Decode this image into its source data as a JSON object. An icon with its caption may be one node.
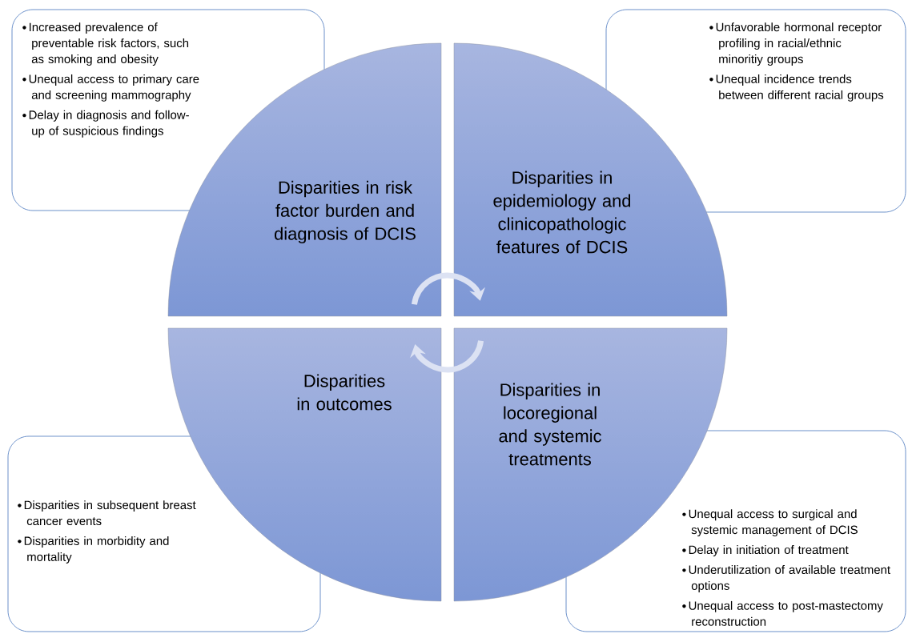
{
  "diagram": {
    "nodes": [
      {
        "text": [
          "Increased prevalence of preventable risk factors, such as smoking and obesity",
          "Unequal access to primary care and screening mammography",
          "Delay in diagnosis and follow-up of suspicious findings"
        ]
      },
      {
        "text": [
          "Unfavorable hormonal receptor profiling in racial/ethnic minoritiy groups",
          "Unequal incidence trends between different racial groups"
        ]
      },
      {
        "text": [
          "Disparities in risk factor burden and diagnosis of DCIS"
        ]
      },
      {
        "text": [
          "Disparities in epidemiology and clinicopathologic features of DCIS"
        ]
      },
      {
        "text": [
          "Disparities in locoregional and systemic treatments"
        ]
      },
      {
        "text": [
          "Disparities in outcomes"
        ]
      },
      {
        "text": [
          "Disparities in subsequent breast cancer events",
          "Disparities in morbidity and mortality"
        ]
      },
      {
        "text": [
          "Unequal access to surgical and systemic management of DCIS",
          "Delay in initiation of treatment",
          "Underutilization of available treatment options",
          "Unequal access to post-mastectomy reconstruction"
        ]
      }
    ],
    "edges": [
      {
        "from": 2,
        "to": 3,
        "arrow": "to"
      },
      {
        "from": 4,
        "to": 5,
        "arrow": "to"
      }
    ]
  }
}
